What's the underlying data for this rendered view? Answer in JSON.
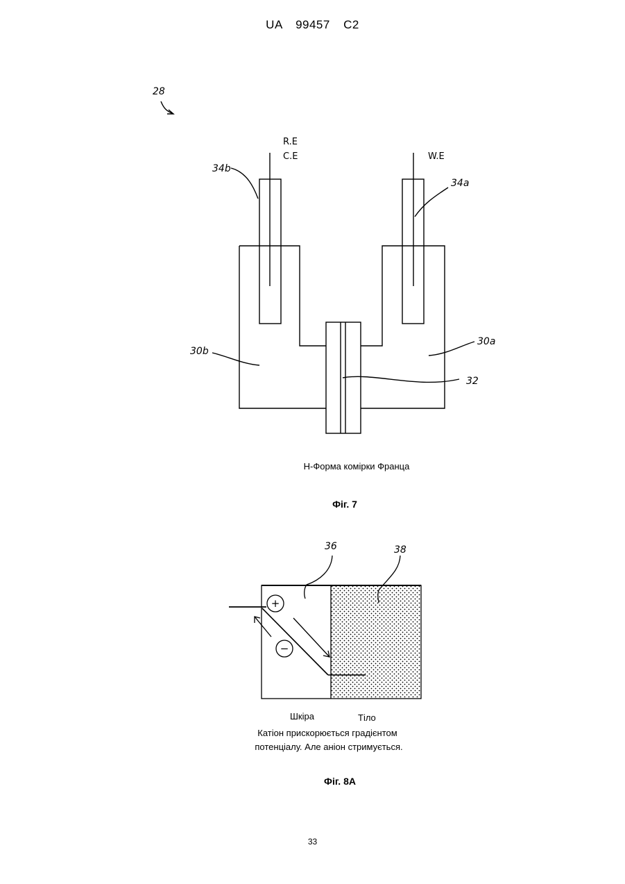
{
  "header": {
    "text": "UA   99457   C2"
  },
  "fig7": {
    "ref_main": "28",
    "electrode_left_top": "R.E",
    "electrode_left_bottom": "C.E",
    "electrode_right": "W.E",
    "label_34b": "34b",
    "label_34a": "34a",
    "label_30b": "30b",
    "label_30a": "30a",
    "label_32": "32",
    "caption": "H-Форма комірки Франца",
    "title": "Фіг. 7"
  },
  "fig8a": {
    "label_36": "36",
    "label_38": "38",
    "plus_symbol": "+",
    "minus_symbol": "−",
    "label_skin": "Шкіра",
    "label_body": "Тіло",
    "caption_line1": "Катіон прискорюється градієнтом",
    "caption_line2": "потенціалу. Але аніон стримується.",
    "title": "Фіг. 8А"
  },
  "footer": {
    "page_number": "33"
  }
}
